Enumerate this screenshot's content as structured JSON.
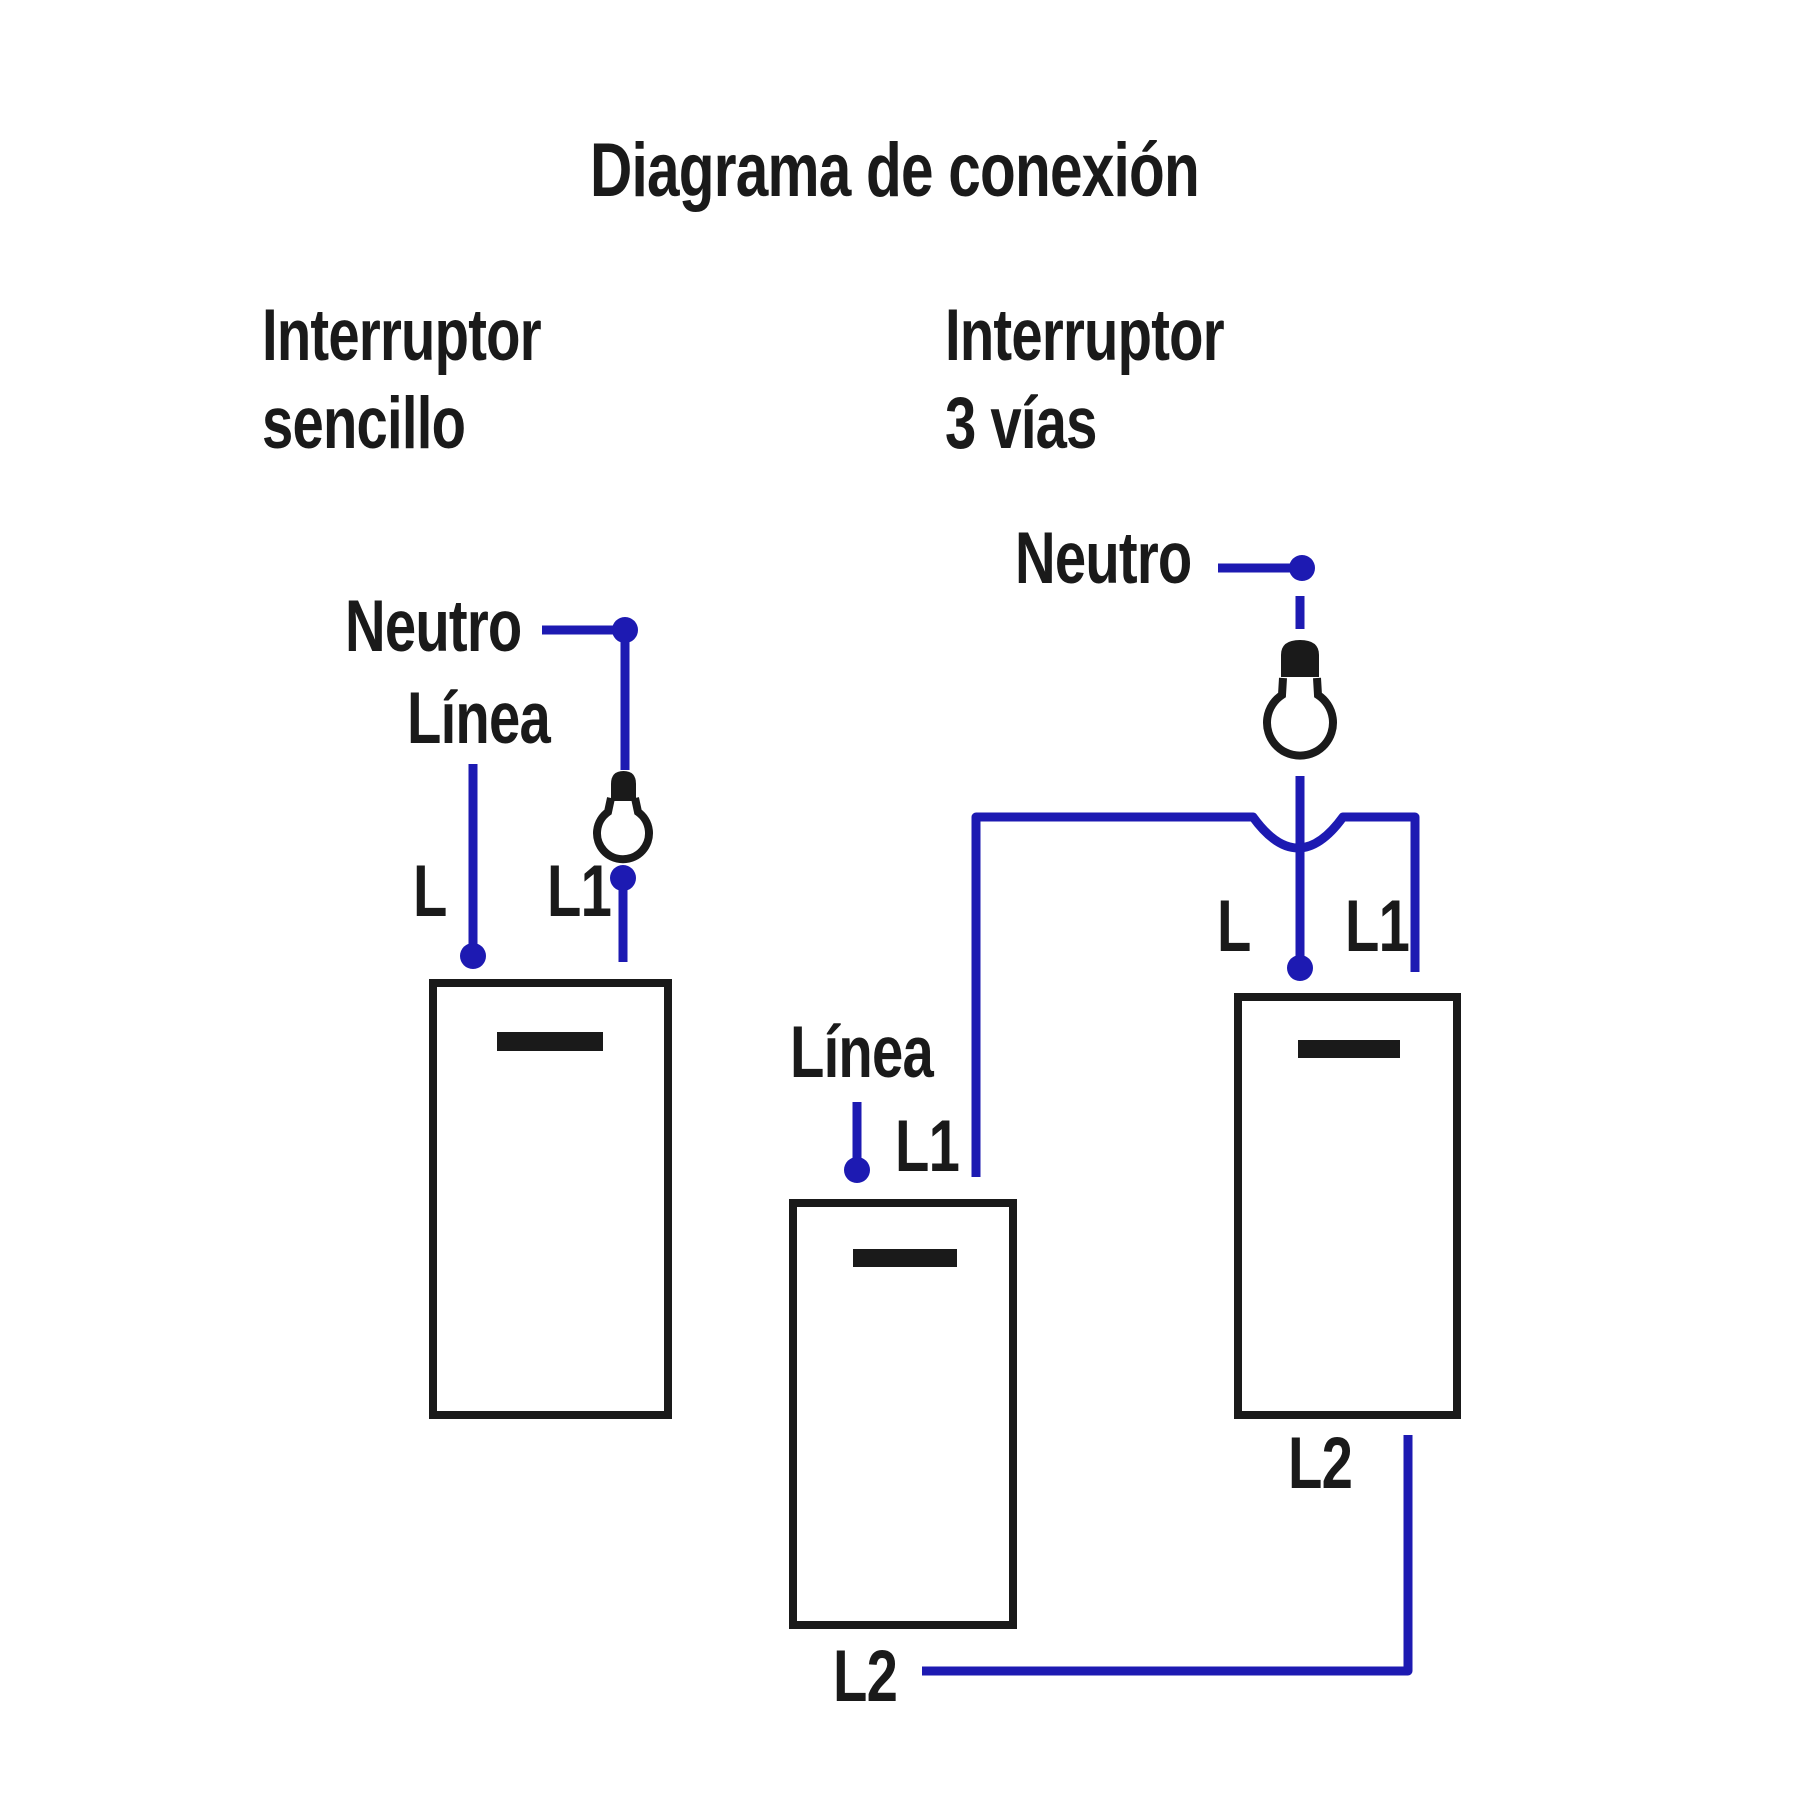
{
  "title": "Diagrama de conexión",
  "colors": {
    "wire": "#1d1ab2",
    "ink": "#1a1a1a",
    "background": "#ffffff"
  },
  "icons": {
    "bulb": "light-bulb-icon"
  },
  "sections": {
    "single_switch": {
      "heading": [
        "Interruptor",
        "sencillo"
      ],
      "labels": {
        "neutro": "Neutro",
        "linea": "Línea",
        "l": "L",
        "l1": "L1"
      }
    },
    "three_way": {
      "heading": [
        "Interruptor",
        "3 vías"
      ],
      "neutro_label": "Neutro",
      "switch_a_labels": {
        "linea": "Línea",
        "l1": "L1",
        "l2": "L2"
      },
      "switch_b_labels": {
        "l": "L",
        "l1": "L1",
        "l2": "L2"
      }
    }
  }
}
